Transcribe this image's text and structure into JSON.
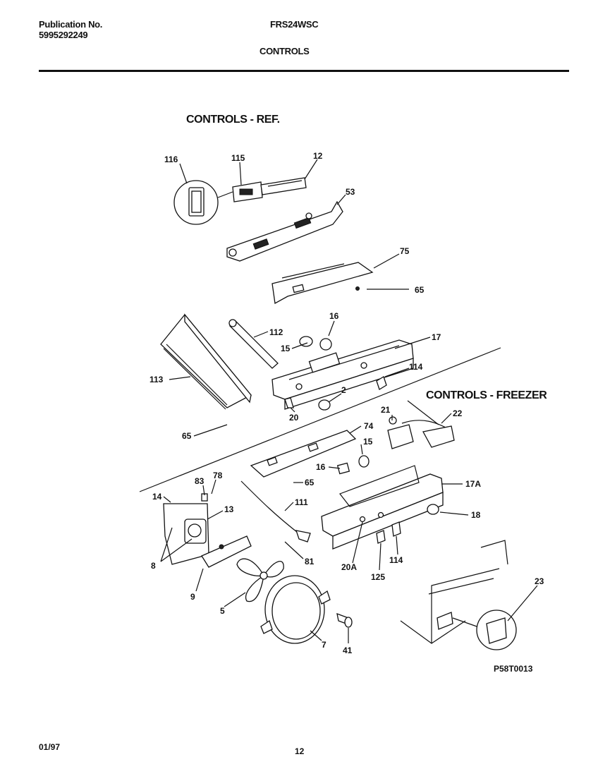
{
  "header": {
    "publication_label": "Publication No.",
    "publication_number": "5995292249",
    "model": "FRS24WSC",
    "section": "CONTROLS"
  },
  "sections": {
    "ref_title": "CONTROLS - REF.",
    "freezer_title": "CONTROLS - FREEZER"
  },
  "callouts": {
    "c116": "116",
    "c115": "115",
    "c12": "12",
    "c53": "53",
    "c75": "75",
    "c65a": "65",
    "c16a": "16",
    "c17": "17",
    "c112": "112",
    "c15a": "15",
    "c114a": "114",
    "c113": "113",
    "c2": "2",
    "c20": "20",
    "c65b": "65",
    "c21": "21",
    "c22": "22",
    "c74": "74",
    "c15b": "15",
    "c16b": "16",
    "c83": "83",
    "c78": "78",
    "c65c": "65",
    "c17a": "17A",
    "c14": "14",
    "c111": "111",
    "c13": "13",
    "c18": "18",
    "c8": "8",
    "c81": "81",
    "c20a": "20A",
    "c114b": "114",
    "c125": "125",
    "c9": "9",
    "c5": "5",
    "c23": "23",
    "c41": "41",
    "c7": "7"
  },
  "drawing_code": "P58T0013",
  "footer": {
    "date": "01/97",
    "page": "12"
  }
}
